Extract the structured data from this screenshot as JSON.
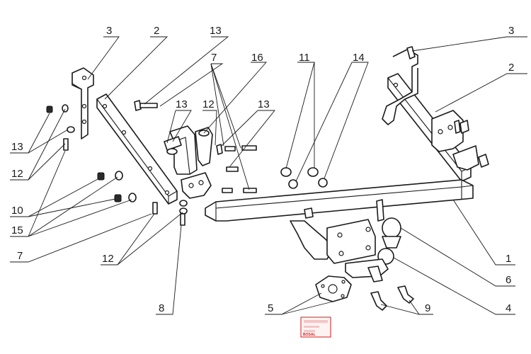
{
  "diagram": {
    "callouts": [
      {
        "id": "c3-left",
        "text": "3"
      },
      {
        "id": "c2-left",
        "text": "2"
      },
      {
        "id": "c13-top",
        "text": "13"
      },
      {
        "id": "c7-top",
        "text": "7"
      },
      {
        "id": "c16",
        "text": "16"
      },
      {
        "id": "c11",
        "text": "11"
      },
      {
        "id": "c14",
        "text": "14"
      },
      {
        "id": "c3-right",
        "text": "3"
      },
      {
        "id": "c2-right",
        "text": "2"
      },
      {
        "id": "c13-mid",
        "text": "13"
      },
      {
        "id": "c12-mid",
        "text": "12"
      },
      {
        "id": "c13-mid2",
        "text": "13"
      },
      {
        "id": "c13-left",
        "text": "13"
      },
      {
        "id": "c12-left",
        "text": "12"
      },
      {
        "id": "c10",
        "text": "10"
      },
      {
        "id": "c15",
        "text": "15"
      },
      {
        "id": "c7-left",
        "text": "7"
      },
      {
        "id": "c12-bottom",
        "text": "12"
      },
      {
        "id": "c8",
        "text": "8"
      },
      {
        "id": "c5",
        "text": "5"
      },
      {
        "id": "c9",
        "text": "9"
      },
      {
        "id": "c1",
        "text": "1"
      },
      {
        "id": "c6",
        "text": "6"
      },
      {
        "id": "c4",
        "text": "4"
      }
    ],
    "plate_text": "BOSAL",
    "colors": {
      "line": "#1a1a1a",
      "accent": "#d81e1e"
    }
  }
}
